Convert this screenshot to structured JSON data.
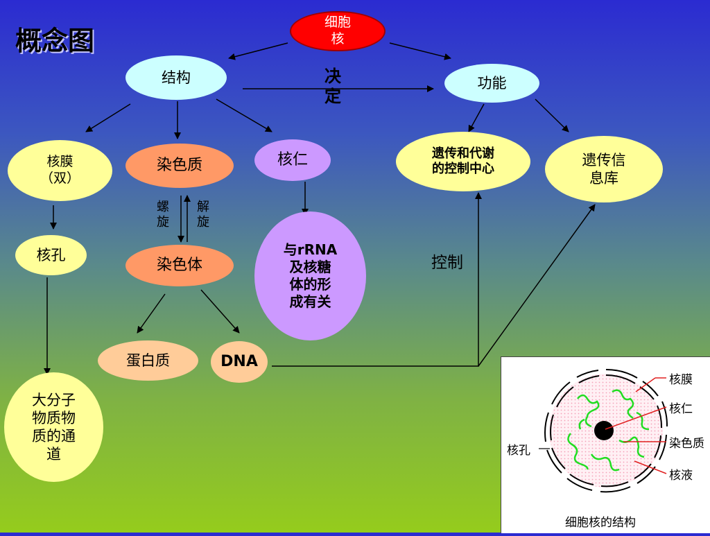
{
  "title": "概念图",
  "nodes": {
    "nucleus": "细胞\n核",
    "structure": "结构",
    "function": "功能",
    "decide": "决\n定",
    "membrane": "核膜\n（双）",
    "chromatin": "染色质",
    "nucleolus": "核仁",
    "genetic_center": "遗传和代谢\n的控制中心",
    "genetic_library": "遗传信\n息库",
    "spiral": "螺\n旋",
    "unwind": "解\n旋",
    "pore": "核孔",
    "chromosome": "染色体",
    "rrna": "与rRNA\n及核糖\n体的形\n成有关",
    "control": "控制",
    "protein": "蛋白质",
    "dna": "DNA",
    "channel": "大分子\n物质物\n质的通\n道"
  },
  "inset": {
    "labels": {
      "membrane": "核膜",
      "nucleolus": "核仁",
      "chromatin": "染色质",
      "sap": "核液",
      "pore": "核孔",
      "caption": "细胞核的结构"
    }
  },
  "colors": {
    "nucleus": "#ff0000",
    "structure": "#ccffff",
    "yellow": "#ffff99",
    "orange": "#ff9966",
    "purple": "#cc99ff",
    "peach": "#ffcc99",
    "chromatin_strand": "#22dd22",
    "annotation_line": "#e02020"
  }
}
